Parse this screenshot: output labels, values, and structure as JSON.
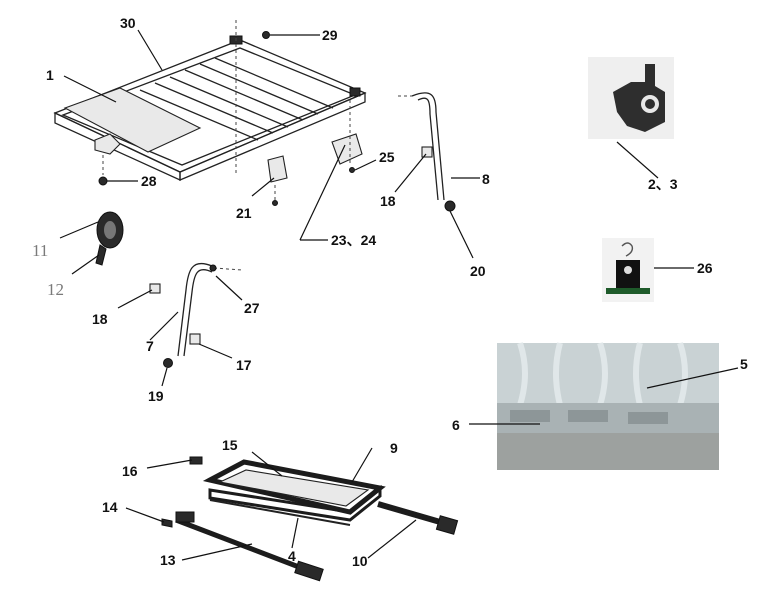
{
  "callouts": {
    "c1": "1",
    "c2_3": "2、3",
    "c4": "4",
    "c5": "5",
    "c6": "6",
    "c7": "7",
    "c8": "8",
    "c9": "9",
    "c10": "10",
    "c11": "11",
    "c12": "12",
    "c13": "13",
    "c14": "14",
    "c15": "15",
    "c16": "16",
    "c17": "17",
    "c18a": "18",
    "c18b": "18",
    "c19": "19",
    "c20": "20",
    "c21": "21",
    "c23_24": "23、24",
    "c25": "25",
    "c26": "26",
    "c27": "27",
    "c28": "28",
    "c29": "29",
    "c30": "30"
  },
  "colors": {
    "line": "#111111",
    "photo_grey": "#b8bcbc",
    "photo_panel": "#c9d2d4",
    "grey_label": "#7a7a7a"
  }
}
